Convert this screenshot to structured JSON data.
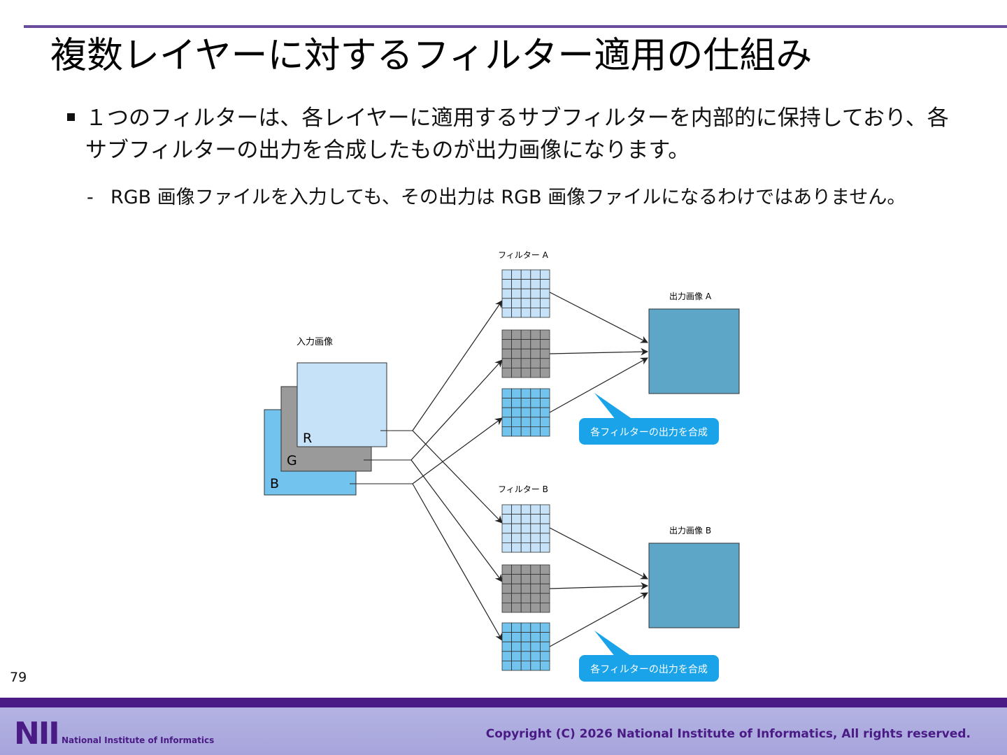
{
  "title": "複数レイヤーに対するフィルター適用の仕組み",
  "bullet": "１つのフィルターは、各レイヤーに適用するサブフィルターを内部的に保持しており、各サブフィルターの出力を合成したものが出力画像になります。",
  "sub_bullet": {
    "dash": "-",
    "text": "RGB 画像ファイルを入力しても、その出力は RGB 画像ファイルになるわけではありません。"
  },
  "diagram": {
    "input_label": "入力画像",
    "layer_r": "R",
    "layer_g": "G",
    "layer_b": "B",
    "filter_a_label": "フィルター A",
    "filter_b_label": "フィルター B",
    "output_a_label": "出力画像 A",
    "output_b_label": "出力画像 B",
    "callout_a": "各フィルターの出力を合成",
    "callout_b": "各フィルターの出力を合成",
    "colors": {
      "light_blue": "#c6e2f8",
      "gray": "#9a9a9a",
      "sky_blue": "#72c4ee",
      "output_blue": "#5ea6c8",
      "callout": "#1aa3e8"
    }
  },
  "slide_number": "79",
  "footer": {
    "logo": "NII",
    "logo_sub": "National Institute of Informatics",
    "copyright": "Copyright (C) 2026 National Institute of Informatics, All rights reserved."
  }
}
